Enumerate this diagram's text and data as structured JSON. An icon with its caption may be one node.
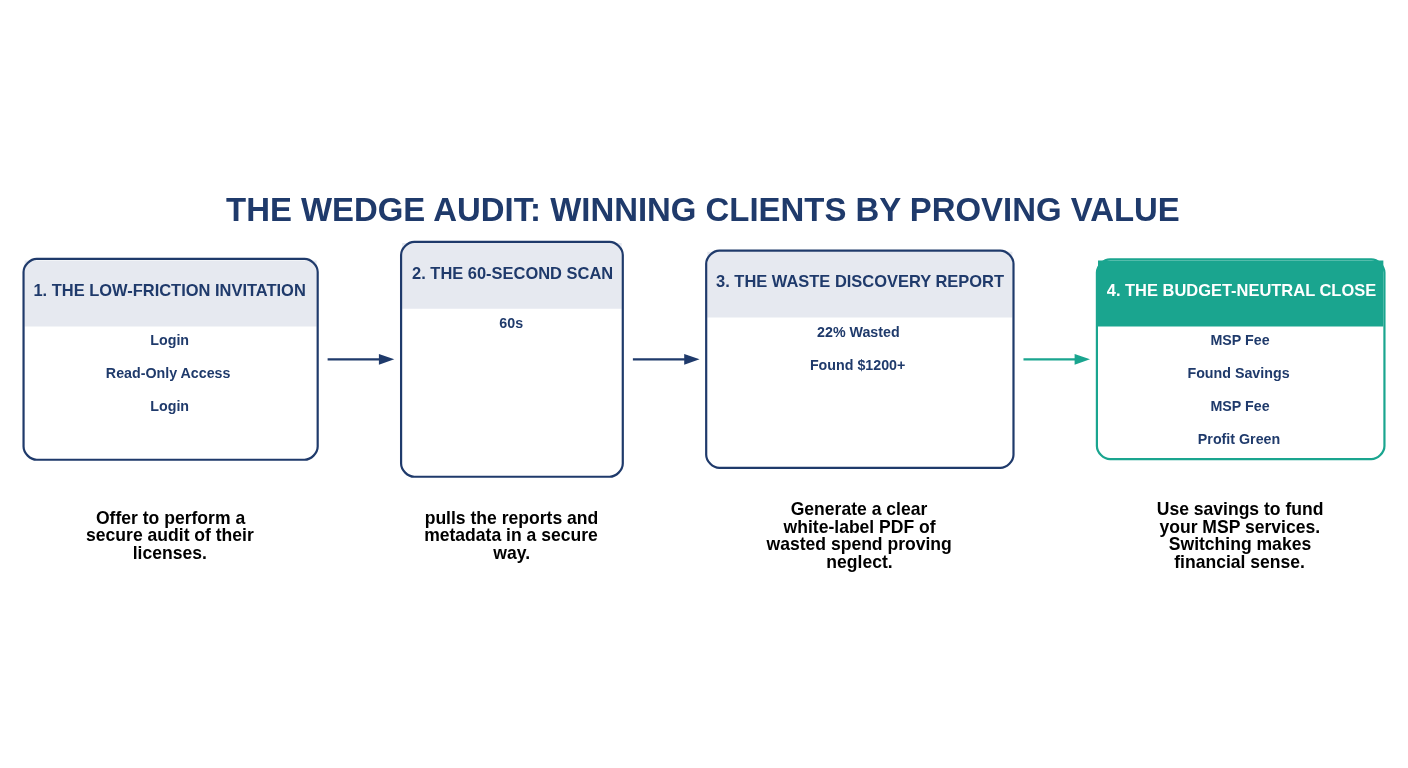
{
  "diagram": {
    "title": "THE WEDGE AUDIT: WINNING CLIENTS BY PROVING VALUE",
    "nodes": [
      {
        "text": [
          "1. THE LOW-FRICTION INVITATION",
          "Login",
          "Read-Only Access",
          "Login"
        ],
        "beside": [
          "Offer to perform a secure audit of their licenses."
        ]
      },
      {
        "text": [
          "2. THE 60-SECOND SCAN",
          "60s"
        ],
        "beside": [
          "pulls the reports and metadata in a secure way."
        ]
      },
      {
        "text": [
          "3. THE WASTE DISCOVERY REPORT",
          "22% Wasted",
          "Found $1200+"
        ],
        "beside": [
          "Generate a clear white-label PDF of wasted spend proving neglect."
        ]
      },
      {
        "text": [
          "4. THE BUDGET-NEUTRAL CLOSE",
          "MSP Fee",
          "Found Savings",
          "MSP Fee",
          "Profit Green"
        ],
        "beside": [
          "Use savings to fund your MSP services. Switching makes financial sense."
        ]
      }
    ],
    "edges": [
      {
        "from": 0,
        "to": 1,
        "arrow": "to"
      },
      {
        "from": 1,
        "to": 2,
        "arrow": "to"
      },
      {
        "from": 2,
        "to": 3,
        "arrow": "to",
        "color": "#1aa58f"
      }
    ]
  }
}
